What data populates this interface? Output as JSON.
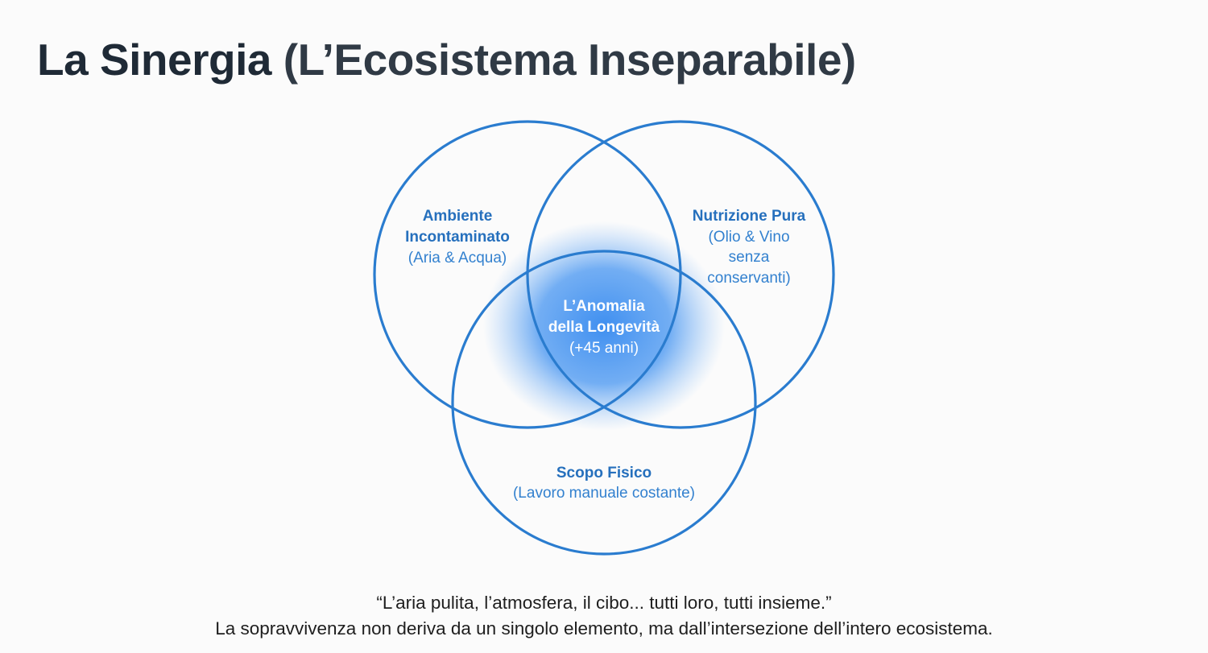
{
  "title": {
    "bold": "La Sinergia",
    "rest": "(L’Ecosistema Inseparabile)"
  },
  "diagram": {
    "colors": {
      "stroke": "#2a7ccf",
      "glow": "#4a97ee"
    },
    "sets": [
      {
        "name": "Ambiente Incontaminato",
        "heading": [
          "Ambiente",
          "Incontaminato"
        ],
        "sub": [
          "(Aria & Acqua)"
        ]
      },
      {
        "name": "Nutrizione Pura",
        "heading": [
          "Nutrizione Pura"
        ],
        "sub": [
          "(Olio & Vino",
          "senza",
          "conservanti)"
        ]
      },
      {
        "name": "Scopo Fisico",
        "heading": [
          "Scopo Fisico"
        ],
        "sub": [
          "(Lavoro manuale costante)"
        ]
      }
    ],
    "center": {
      "heading": [
        "L’Anomalia",
        "della Longevità"
      ],
      "sub": [
        "(+45 anni)"
      ]
    }
  },
  "footer": {
    "quote": "“L’aria pulita, l’atmosfera, il cibo... tutti loro, tutti insieme.”",
    "caption": "La sopravvivenza non deriva da un singolo elemento, ma dall’intersezione dell’intero ecosistema."
  }
}
